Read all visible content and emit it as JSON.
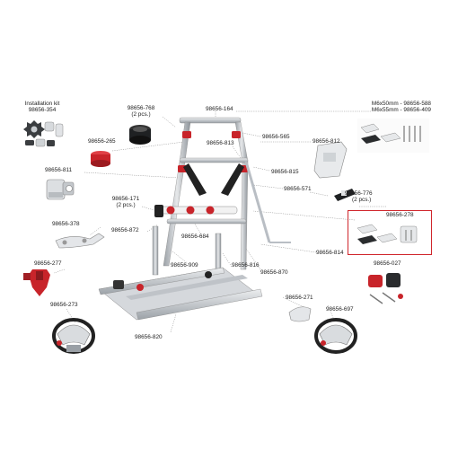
{
  "labels": {
    "install_kit_title": "Installation kit",
    "install_kit_code": "98656-354",
    "p768_code": "98656-768",
    "p768_qty": "(2 pcs.)",
    "p164": "98656-164",
    "p565": "98656-565",
    "m6x50": "M6x50mm - 98656-588",
    "m6x55": "M6x55mm - 98656-409",
    "p265": "98656-265",
    "p813": "98656-813",
    "p812": "98656-812",
    "p811": "98656-811",
    "p815": "98656-815",
    "p571": "98656-571",
    "p776_code": "98656-776",
    "p776_qty": "(2 pcs.)",
    "p171_code": "98656-171",
    "p171_qty": "(2 pcs.)",
    "p278": "98656-278",
    "p378": "98656-378",
    "p872": "98656-872",
    "p684": "98656-684",
    "p814": "98656-814",
    "p277": "98656-277",
    "p909": "98656-909",
    "p816": "98656-816",
    "p870": "98656-870",
    "p027": "98656-027",
    "p271": "98656-271",
    "p273": "98656-273",
    "p697": "98656-697",
    "p820": "98656-820"
  },
  "colors": {
    "highlight": "#d0262c",
    "frame": "#b9bec4",
    "accent_red": "#c8242a",
    "dark": "#222222",
    "leader": "#8a8a8a"
  }
}
